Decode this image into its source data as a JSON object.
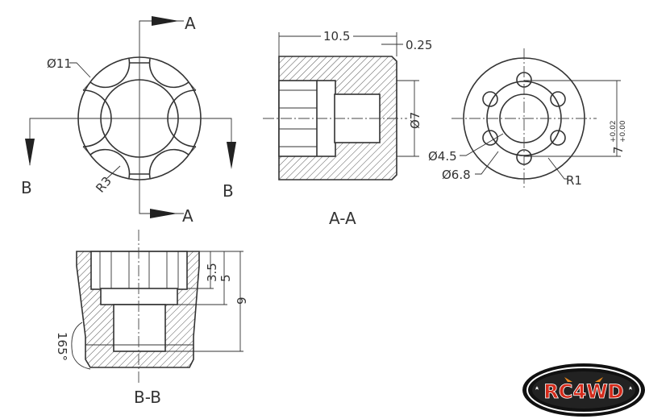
{
  "drawing": {
    "front_view": {
      "diameter_label": "Ø11",
      "radius_label": "R3",
      "section_a_label_top": "A",
      "section_a_label_bottom": "A",
      "section_b_label_left": "B",
      "section_b_label_right": "B"
    },
    "section_aa": {
      "title": "A-A",
      "length_label": "10.5",
      "chamfer_label": "0.25",
      "bore_label": "Ø7"
    },
    "end_view": {
      "inner_diameter_label": "Ø4.5",
      "mid_diameter_label": "Ø6.8",
      "radius_label": "R1",
      "tolerance_nominal": "7",
      "tolerance_upper": "+0.02",
      "tolerance_lower": "+0.00"
    },
    "section_bb": {
      "title": "B-B",
      "depth1_label": "3.5",
      "depth2_label": "5",
      "height_label": "9",
      "angle_label": "165°"
    },
    "logo": {
      "text": "RC4WD",
      "colors": {
        "red": "#d42a1a",
        "black": "#111111",
        "orange": "#f08a1c"
      }
    }
  }
}
